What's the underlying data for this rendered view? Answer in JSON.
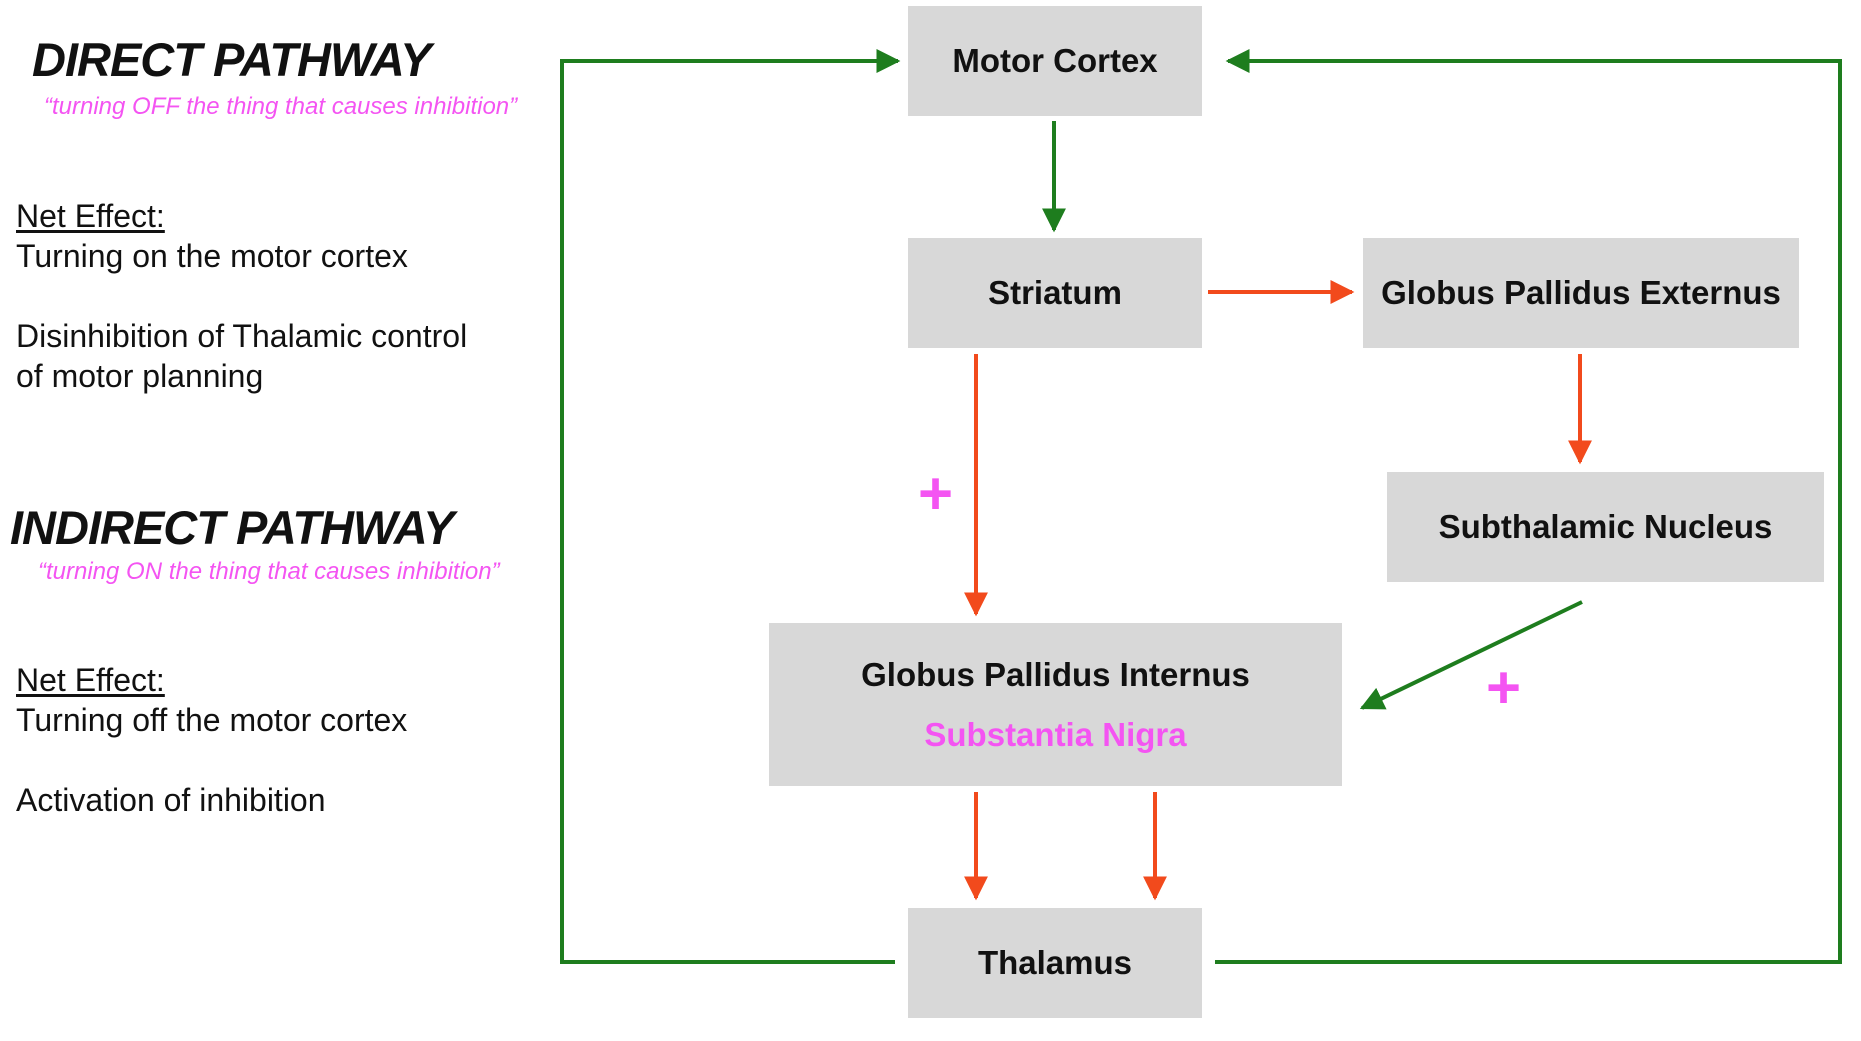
{
  "colors": {
    "green": "#1e7d1e",
    "red": "#f24a1c",
    "magenta": "#f454f2",
    "box": "#d8d8d8"
  },
  "direct": {
    "title": "DIRECT PATHWAY",
    "subtitle": "“turning OFF the thing that causes inhibition”",
    "net_effect_label": "Net Effect:",
    "effect_line": "Turning on the motor cortex",
    "detail_line_1": "Disinhibition of Thalamic control",
    "detail_line_2": "of motor planning"
  },
  "indirect": {
    "title": "INDIRECT PATHWAY",
    "subtitle": "“turning ON the thing that causes inhibition”",
    "net_effect_label": "Net Effect:",
    "effect_line": "Turning off the motor cortex",
    "detail_line": "Activation of inhibition"
  },
  "nodes": {
    "motor_cortex": "Motor Cortex",
    "striatum": "Striatum",
    "gpe": "Globus Pallidus Externus",
    "stn": "Subthalamic Nucleus",
    "gpi": "Globus Pallidus Internus",
    "snr": "Substantia Nigra",
    "thalamus": "Thalamus"
  },
  "signs": {
    "striatum_to_gpi": "+",
    "stn_to_gpi": "+"
  },
  "edges": [
    {
      "from": "thalamus",
      "to": "motor_cortex",
      "kind": "excitatory",
      "route": "left loop"
    },
    {
      "from": "thalamus",
      "to": "motor_cortex",
      "kind": "excitatory",
      "route": "right loop"
    },
    {
      "from": "motor_cortex",
      "to": "striatum",
      "kind": "excitatory"
    },
    {
      "from": "striatum",
      "to": "gpe",
      "kind": "inhibitory"
    },
    {
      "from": "gpe",
      "to": "stn",
      "kind": "inhibitory"
    },
    {
      "from": "striatum",
      "to": "gpi",
      "kind": "inhibitory"
    },
    {
      "from": "stn",
      "to": "gpi",
      "kind": "excitatory"
    },
    {
      "from": "gpi",
      "to": "thalamus",
      "kind": "inhibitory"
    },
    {
      "from": "snr",
      "to": "thalamus",
      "kind": "inhibitory"
    }
  ]
}
